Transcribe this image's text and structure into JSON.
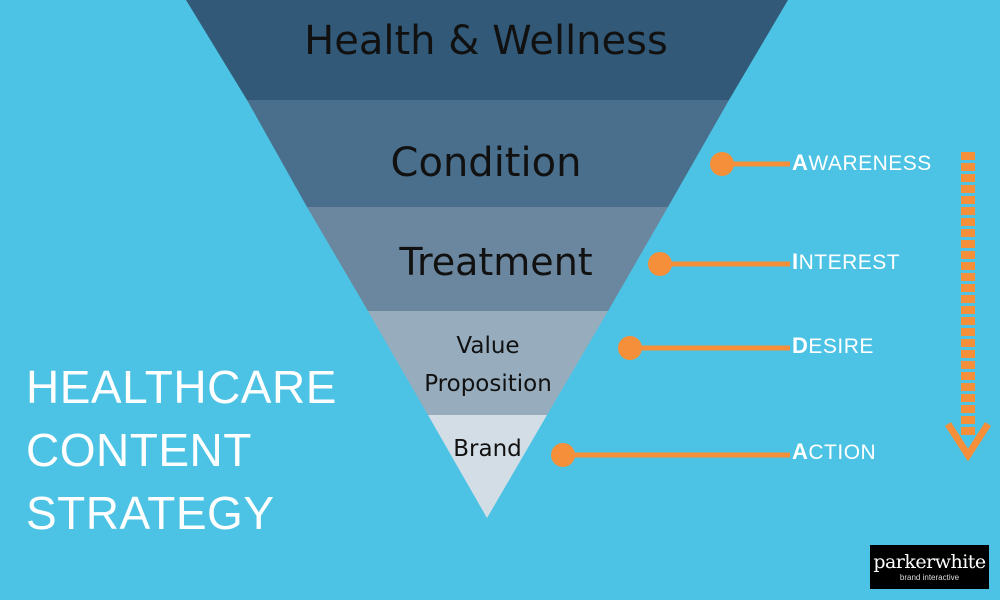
{
  "funnel": {
    "tiers": [
      {
        "label": "Health & Wellness",
        "color": "#325a78"
      },
      {
        "label": "Condition",
        "color": "#4a6f8c"
      },
      {
        "label": "Treatment",
        "color": "#6a879f"
      },
      {
        "label_line1": "Value",
        "label_line2": "Proposition",
        "color": "#97adbe"
      },
      {
        "label": "Brand",
        "color": "#d3dde5"
      }
    ]
  },
  "aida": {
    "awareness": {
      "initial": "A",
      "rest": "WARENESS"
    },
    "interest": {
      "initial": "I",
      "rest": "NTEREST"
    },
    "desire": {
      "initial": "D",
      "rest": "ESIRE"
    },
    "action": {
      "initial": "A",
      "rest": "CTION"
    },
    "accent_color": "#f58f3a"
  },
  "side_title": {
    "line1": "HEALTHCARE",
    "line2": "CONTENT",
    "line3": "STRATEGY"
  },
  "logo": {
    "name": "parkerwhite",
    "tagline": "brand interactive"
  }
}
